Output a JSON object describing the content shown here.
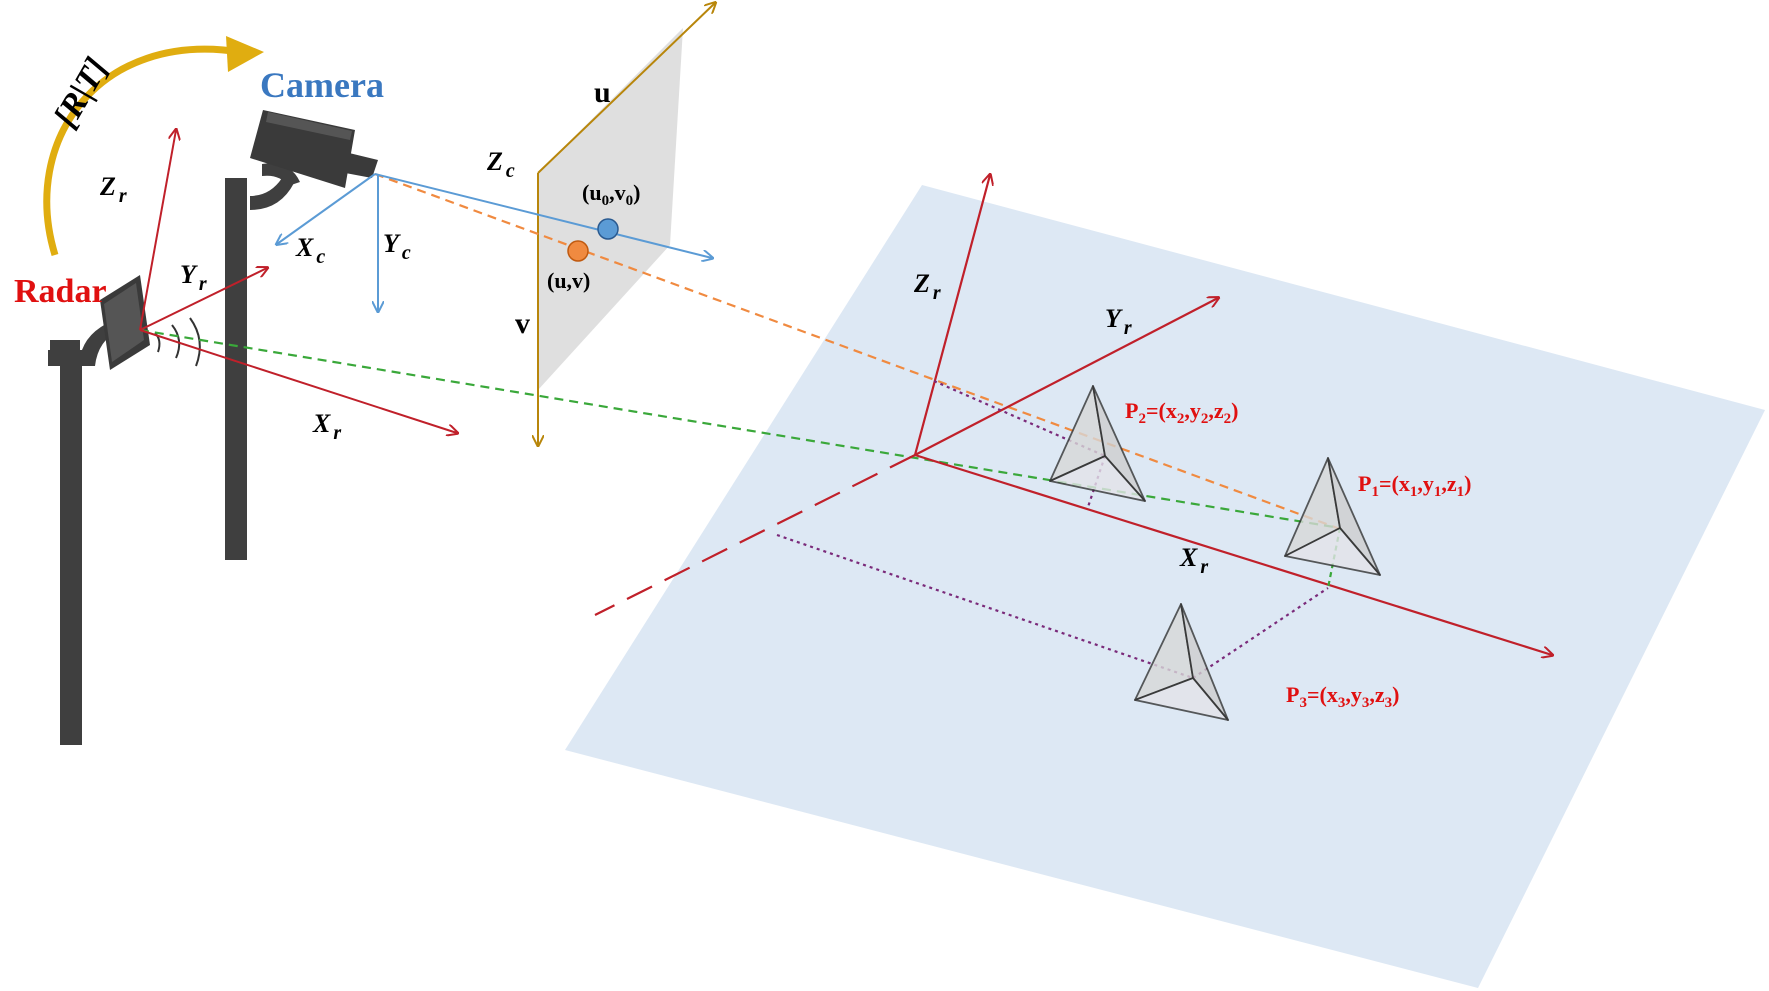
{
  "colors": {
    "radar_axis": "#c0202a",
    "camera_axis": "#5b9bd5",
    "image_plane_axis": "#b8860b",
    "ground_plane": "#dde8f4",
    "orange_ray": "#f08a40",
    "green_ray": "#3aa83a",
    "purple_projection": "#7a2a7a",
    "pole": "#3f3f3f",
    "transform_arrow": "#e0ad10",
    "label_red": "#e01010",
    "label_blue": "#3a78c0"
  },
  "labels": {
    "transform": "[R|T]",
    "camera": "Camera",
    "radar": "Radar"
  },
  "radar_axes": {
    "x": {
      "main": "X",
      "sub": "r"
    },
    "y": {
      "main": "Y",
      "sub": "r"
    },
    "z": {
      "main": "Z",
      "sub": "r"
    }
  },
  "camera_axes": {
    "x": {
      "main": "X",
      "sub": "c"
    },
    "y": {
      "main": "Y",
      "sub": "c"
    },
    "z": {
      "main": "Z",
      "sub": "c"
    }
  },
  "image_plane": {
    "u_axis": "u",
    "v_axis": "v",
    "principal_point": {
      "open": "(u",
      "s1": "0",
      "mid": ",v",
      "s2": "0",
      "close": ")"
    },
    "projected_point": "(u,v)"
  },
  "world_axes": {
    "x": {
      "main": "X",
      "sub": "r"
    },
    "y": {
      "main": "Y",
      "sub": "r"
    },
    "z": {
      "main": "Z",
      "sub": "r"
    }
  },
  "points": [
    {
      "name": "P",
      "idx": "1",
      "x": "x",
      "y": "y",
      "z": "z"
    },
    {
      "name": "P",
      "idx": "2",
      "x": "x",
      "y": "y",
      "z": "z"
    },
    {
      "name": "P",
      "idx": "3",
      "x": "x",
      "y": "y",
      "z": "z"
    }
  ]
}
